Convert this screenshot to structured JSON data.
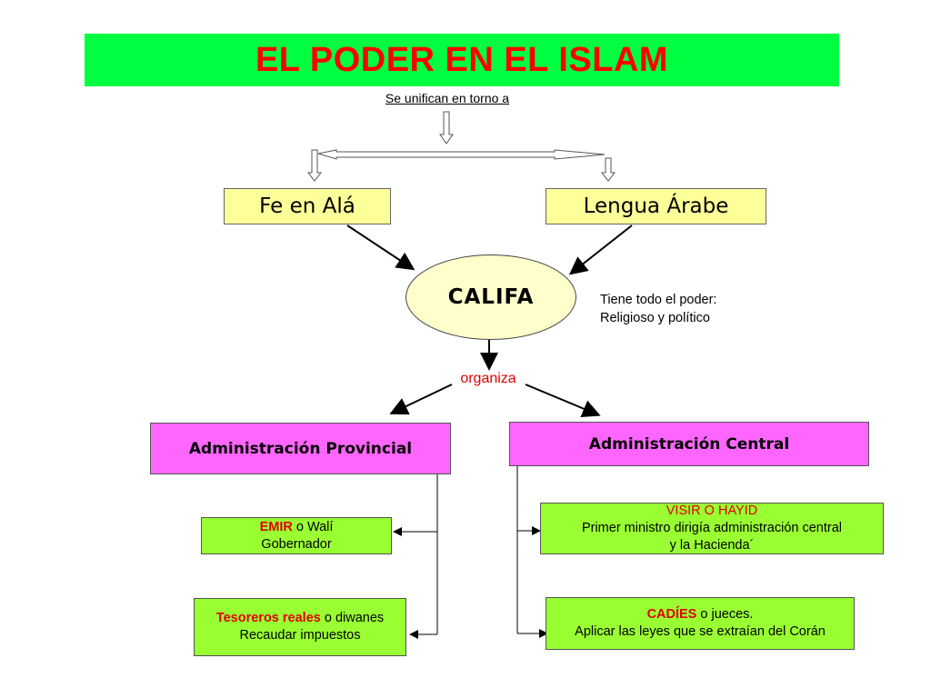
{
  "title": "EL PODER EN EL ISLAM",
  "subtitle": "Se unifican en torno a",
  "pillars": {
    "left": "Fe en Alá",
    "right": "Lengua Árabe"
  },
  "center": {
    "label": "CALIFA",
    "note_line1": "Tiene todo el poder:",
    "note_line2": "Religioso y político"
  },
  "connector_label": "organiza",
  "provincial": {
    "header": "Administración Provincial",
    "emir": {
      "title": "EMIR",
      "suffix": " o Walí",
      "line2": "Gobernador"
    },
    "tesoreros": {
      "title": "Tesoreros reales",
      "suffix": " o diwanes",
      "line2": "Recaudar impuestos"
    }
  },
  "central": {
    "header": "Administración Central",
    "visir": {
      "title": "VISIR",
      "suffix": " O HAYID",
      "line2": "Primer ministro dirigía administración central",
      "line3": "y la Hacienda´"
    },
    "cadies": {
      "title": "CADÍES",
      "suffix": " o jueces.",
      "line2": "Aplicar las leyes que se extraían del Corán"
    }
  },
  "colors": {
    "title_bg": "#00ff40",
    "title_text": "#ff0000",
    "pillar_bg": "#ffff99",
    "califa_bg": "#ffffcc",
    "admin_bg": "#ff66ff",
    "role_bg": "#99ff33",
    "highlight_text": "#e00000"
  }
}
